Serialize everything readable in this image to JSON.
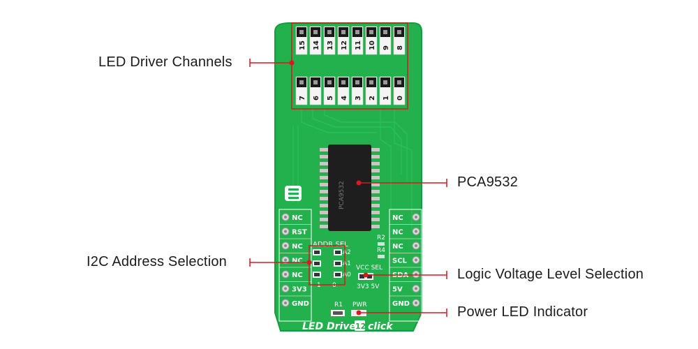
{
  "board": {
    "name_text": "LED Driver",
    "name_number": "12",
    "name_suffix": "click",
    "chip_marking": "PCA9532"
  },
  "callouts": {
    "channels": "LED Driver Channels",
    "chip": "PCA9532",
    "address": "I2C Address Selection",
    "logic": "Logic Voltage Level Selection",
    "power_led": "Power LED Indicator"
  },
  "header": {
    "top_labels": [
      "15",
      "14",
      "13",
      "12",
      "11",
      "10",
      "9",
      "8"
    ],
    "bottom_labels": [
      "7",
      "6",
      "5",
      "4",
      "3",
      "2",
      "1",
      "0"
    ]
  },
  "pins": {
    "left": [
      "NC",
      "RST",
      "NC",
      "NC",
      "NC",
      "3V3",
      "GND"
    ],
    "right": [
      "NC",
      "NC",
      "NC",
      "SCL",
      "SDA",
      "5V",
      "GND"
    ]
  },
  "silkscreen": {
    "addr_sel": "ADDR SEL",
    "a2": "A2",
    "a1": "A1",
    "a0": "A0",
    "one": "1",
    "zero": "0",
    "r2": "R2",
    "r4": "R4",
    "vcc_sel": "VCC SEL",
    "vcc_opts": "3V3 5V",
    "r1": "R1",
    "pwr": "PWR"
  },
  "colors": {
    "pcb": "#22b14c",
    "pcb_dark": "#1a9a3f",
    "callout_line": "#d71920",
    "chip": "#1e1e1e"
  }
}
